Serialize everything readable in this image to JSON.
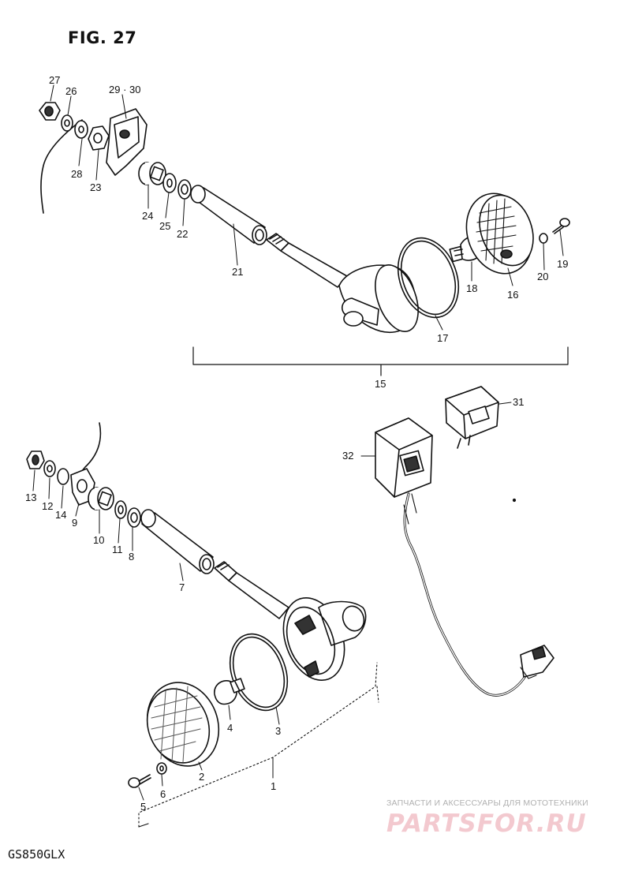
{
  "figure": {
    "title": "FIG. 27",
    "model": "GS850GLX"
  },
  "callouts": {
    "c27": "27",
    "c26": "26",
    "c29_30": "29 · 30",
    "c28": "28",
    "c23": "23",
    "c24": "24",
    "c25": "25",
    "c22": "22",
    "c21": "21",
    "c17": "17",
    "c18": "18",
    "c16": "16",
    "c20": "20",
    "c19": "19",
    "c15": "15",
    "c31": "31",
    "c32": "32",
    "c13": "13",
    "c12": "12",
    "c14": "14",
    "c9": "9",
    "c10": "10",
    "c11": "11",
    "c8": "8",
    "c7": "7",
    "c4": "4",
    "c3": "3",
    "c2": "2",
    "c1": "1",
    "c6": "6",
    "c5": "5"
  },
  "watermark": {
    "tagline": "ЗАПЧАСТИ И АКСЕССУАРЫ ДЛЯ МОТОТЕХНИКИ",
    "logo": "PARTSFOR.RU"
  }
}
